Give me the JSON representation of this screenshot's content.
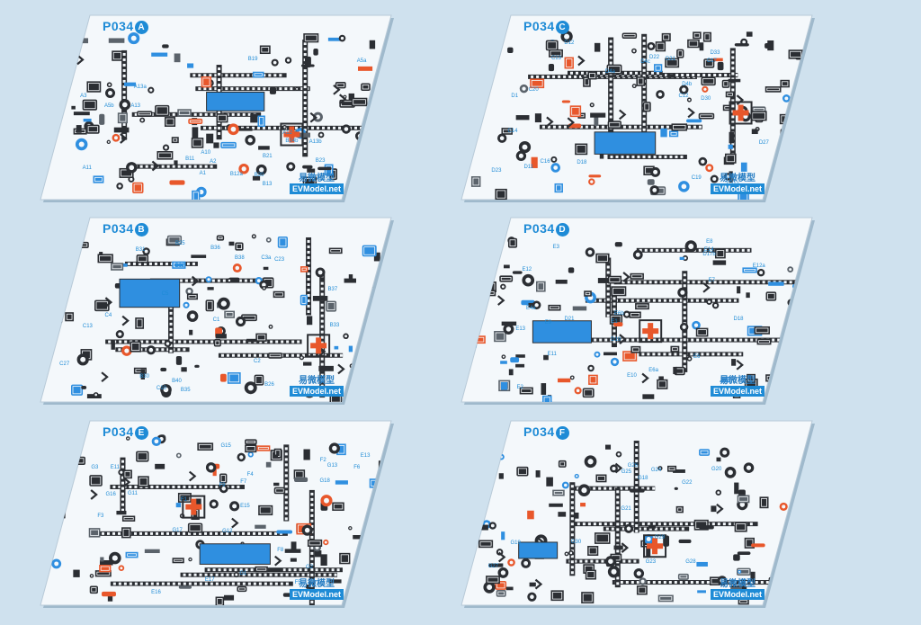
{
  "brand": {
    "cn": "易微模型",
    "url": "EVModel.net"
  },
  "sheets": [
    {
      "prefix": "P034",
      "letter": "A",
      "labels": [
        "A1",
        "A2",
        "A3",
        "A5a",
        "A5b",
        "A10",
        "A11",
        "A12",
        "A13",
        "A13a",
        "A13b",
        "B11",
        "B12a",
        "B13",
        "B19",
        "B20",
        "B21",
        "B23",
        "B24b"
      ]
    },
    {
      "prefix": "P034",
      "letter": "C",
      "labels": [
        "C11a",
        "C12",
        "C13",
        "C14",
        "C16",
        "C17",
        "C19",
        "C20",
        "D1",
        "D4a",
        "D4b",
        "D4c",
        "D11",
        "D12",
        "D18",
        "D22",
        "D23",
        "D27",
        "D30",
        "D31",
        "D33"
      ]
    },
    {
      "prefix": "P034",
      "letter": "B",
      "labels": [
        "B25",
        "B26",
        "B30",
        "B31",
        "B32",
        "B33",
        "B35",
        "B36",
        "B37",
        "B38",
        "B40",
        "C1",
        "C2",
        "C3a",
        "C4",
        "C5",
        "C10",
        "C13",
        "C23",
        "C27"
      ]
    },
    {
      "prefix": "P034",
      "letter": "D",
      "labels": [
        "D17b",
        "D18",
        "D19",
        "D21",
        "E1",
        "E2",
        "E3",
        "E6",
        "E7",
        "E8",
        "E9",
        "E10",
        "E11",
        "E12",
        "E12a",
        "E13",
        "E14",
        "E4a",
        "E6a",
        "E6b"
      ]
    },
    {
      "prefix": "P034",
      "letter": "E",
      "labels": [
        "E11",
        "E13",
        "E15",
        "E16",
        "E17",
        "F1",
        "F2",
        "F3",
        "F4",
        "F5",
        "F6",
        "F7",
        "F8",
        "F9",
        "G1",
        "G2",
        "G3",
        "G11",
        "G12",
        "G13",
        "G15",
        "G16",
        "G17",
        "G18"
      ]
    },
    {
      "prefix": "P034",
      "letter": "F",
      "labels": [
        "G18",
        "G19",
        "G20",
        "G21",
        "G22",
        "G23",
        "G24",
        "G25",
        "G26",
        "G27",
        "G28",
        "G29",
        "G30"
      ]
    }
  ]
}
